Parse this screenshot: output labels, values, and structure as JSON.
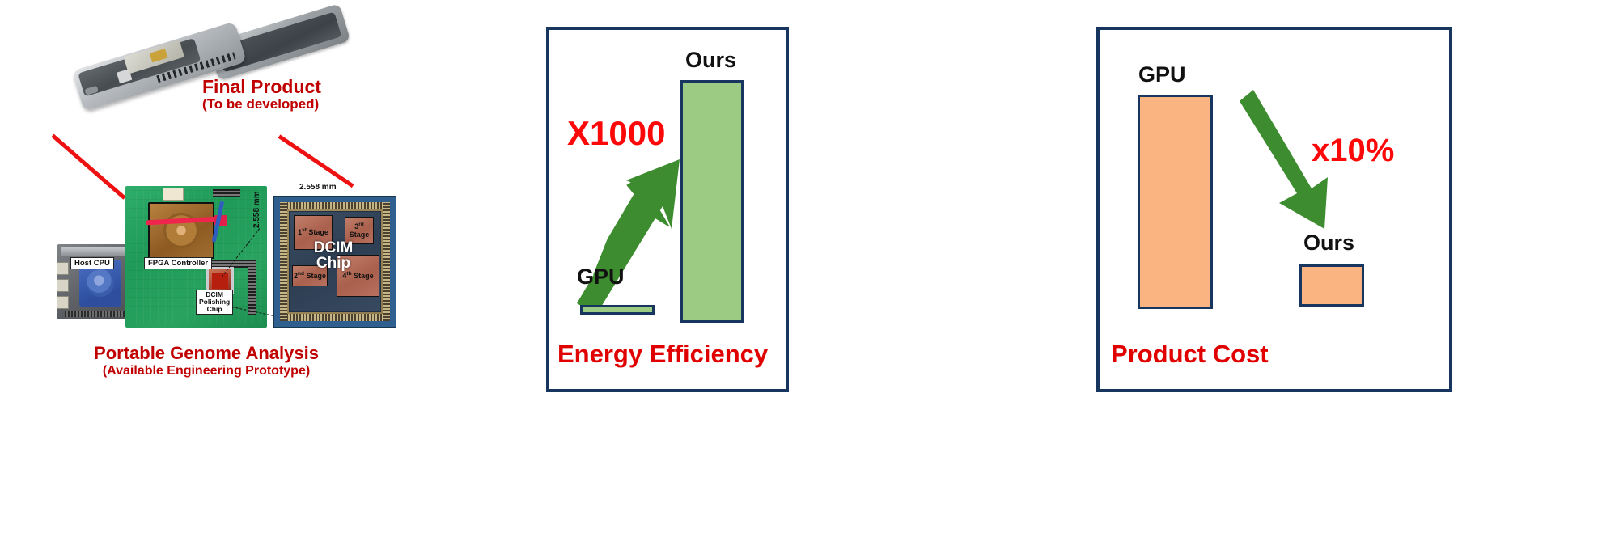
{
  "left": {
    "final_product": {
      "title": "Final Product",
      "subtitle": "(To be developed)",
      "photo_name": "usb-stick-render"
    },
    "prototype": {
      "title": "Portable Genome Analysis",
      "subtitle": "(Available Engineering Prototype)",
      "board_labels": {
        "host_cpu": "Host CPU",
        "fpga_controller": "FPGA Controller",
        "dcim_polishing_chip_line1": "DCIM",
        "dcim_polishing_chip_line2": "Polishing",
        "dcim_polishing_chip_line3": "Chip"
      },
      "die": {
        "dim_top": "2.558 mm",
        "dim_left": "2.558 mm",
        "chip_name_line1": "DCIM",
        "chip_name_line2": "Chip",
        "macros": [
          {
            "ord": "1",
            "sup": "st",
            "word": "Stage"
          },
          {
            "ord": "3",
            "sup": "rd",
            "word": "Stage"
          },
          {
            "ord": "2",
            "sup": "nd",
            "word": "Stage"
          },
          {
            "ord": "4",
            "sup": "th",
            "word": "Stage"
          }
        ]
      }
    }
  },
  "panels": [
    {
      "id": "energy-efficiency",
      "title": "Energy Efficiency",
      "multiplier": "X1000",
      "multiplier_color": "#fd0808",
      "arrow_direction": "up-right",
      "arrow_color": "#3d8c2f",
      "bars": [
        {
          "label": "GPU",
          "fill": "#9ccc83",
          "stroke": "#16355f"
        },
        {
          "label": "Ours",
          "fill": "#9ccc83",
          "stroke": "#16355f"
        }
      ]
    },
    {
      "id": "product-cost",
      "title": "Product Cost",
      "multiplier": "x10%",
      "multiplier_color": "#fd0808",
      "arrow_direction": "down-right",
      "arrow_color": "#3d8c2f",
      "bars": [
        {
          "label": "GPU",
          "fill": "#fab481",
          "stroke": "#16355f"
        },
        {
          "label": "Ours",
          "fill": "#fab481",
          "stroke": "#16355f"
        }
      ]
    }
  ],
  "chart_data": [
    {
      "type": "bar",
      "title": "Energy Efficiency",
      "categories": [
        "GPU",
        "Ours"
      ],
      "values": [
        1,
        1000
      ],
      "annotation": "X1000",
      "xlabel": "",
      "ylabel": "",
      "ylim": [
        0,
        1000
      ],
      "grid": false,
      "legend": "none",
      "note": "Schematic comparison bars; GPU bar drawn as a thin sliver, Ours bar full height. Green arrow annotated X1000 points up-right from GPU to Ours."
    },
    {
      "type": "bar",
      "title": "Product Cost",
      "categories": [
        "GPU",
        "Ours"
      ],
      "values": [
        100,
        10
      ],
      "annotation": "x10%",
      "xlabel": "",
      "ylabel": "",
      "ylim": [
        0,
        100
      ],
      "grid": false,
      "legend": "none",
      "note": "Schematic comparison bars; Ours bar is roughly 10% of the GPU bar height. Green arrow annotated x10% points down-right from GPU to Ours."
    }
  ]
}
